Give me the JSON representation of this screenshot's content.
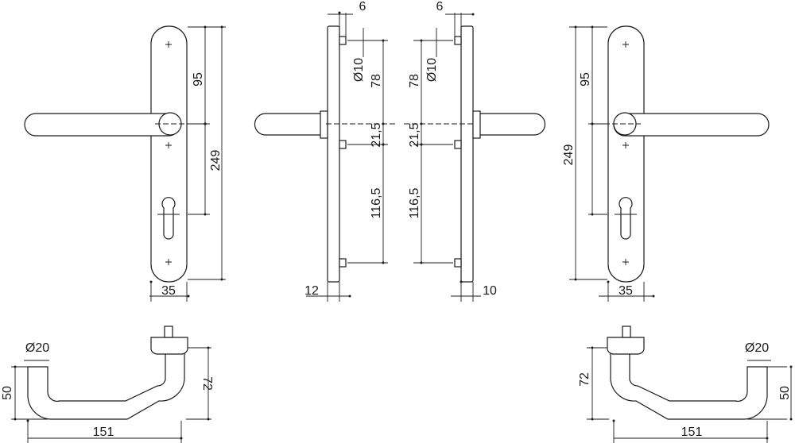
{
  "dimensions": {
    "front_left": {
      "plate_width": "35",
      "hole_spacing": "95",
      "cylinder_distance": "249"
    },
    "side_left": {
      "offset_top": "6",
      "hole_diameter": "Ø10",
      "hole_spacing_78": "78",
      "spindle_offset": "21,5",
      "hole_spacing_116": "116,5",
      "plate_thickness": "12"
    },
    "side_right": {
      "offset_top": "6",
      "hole_diameter": "Ø10",
      "hole_spacing_78": "78",
      "spindle_offset": "21,5",
      "hole_spacing_116": "116,5",
      "plate_thickness": "10"
    },
    "front_right": {
      "hole_spacing": "95",
      "cylinder_distance": "249",
      "plate_width": "35"
    },
    "top_left": {
      "diameter": "Ø20",
      "height_50": "50",
      "height_72": "72",
      "length": "151"
    },
    "top_right": {
      "diameter": "Ø20",
      "height_72": "72",
      "height_50": "50",
      "length": "151"
    }
  }
}
